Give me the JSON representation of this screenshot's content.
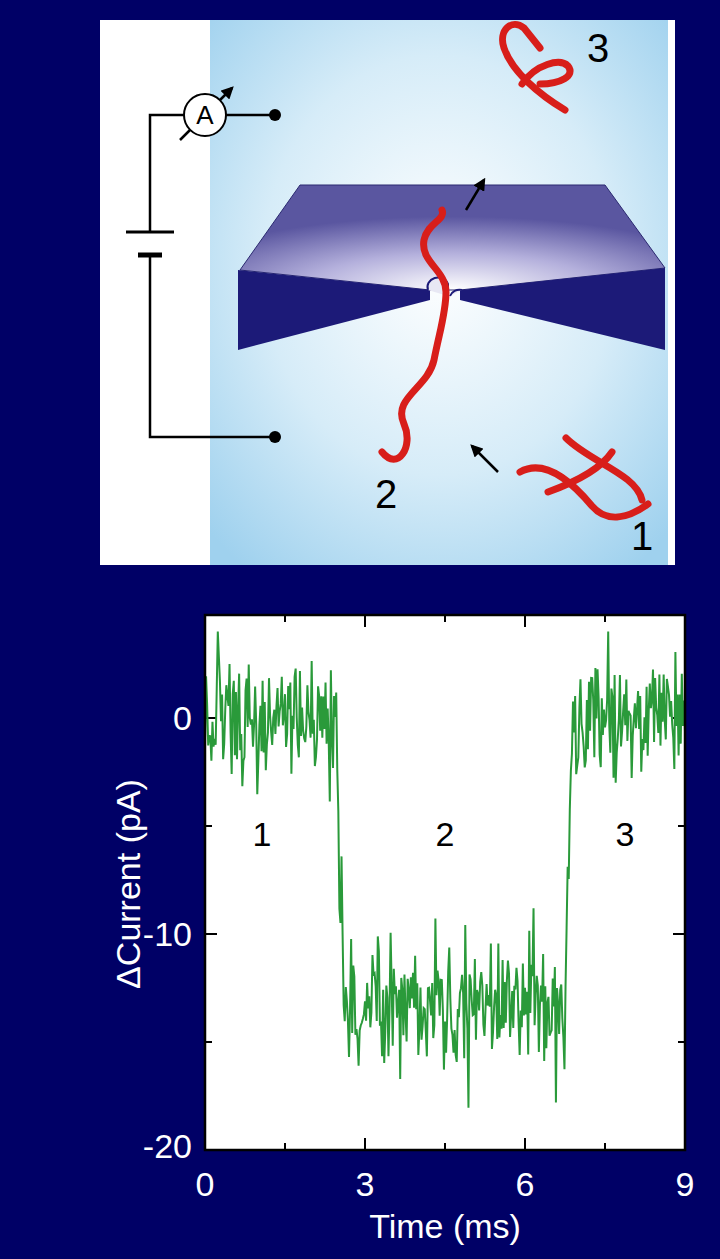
{
  "diagram": {
    "nodes": [
      {
        "text": [
          "A"
        ]
      }
    ],
    "labels": [
      "3",
      "2",
      "1",
      "0",
      "-10",
      "-20",
      "0",
      "3",
      "6",
      "9",
      "Time (ms)",
      "ΔCurrent (pA)",
      "1",
      "2",
      "3"
    ]
  }
}
